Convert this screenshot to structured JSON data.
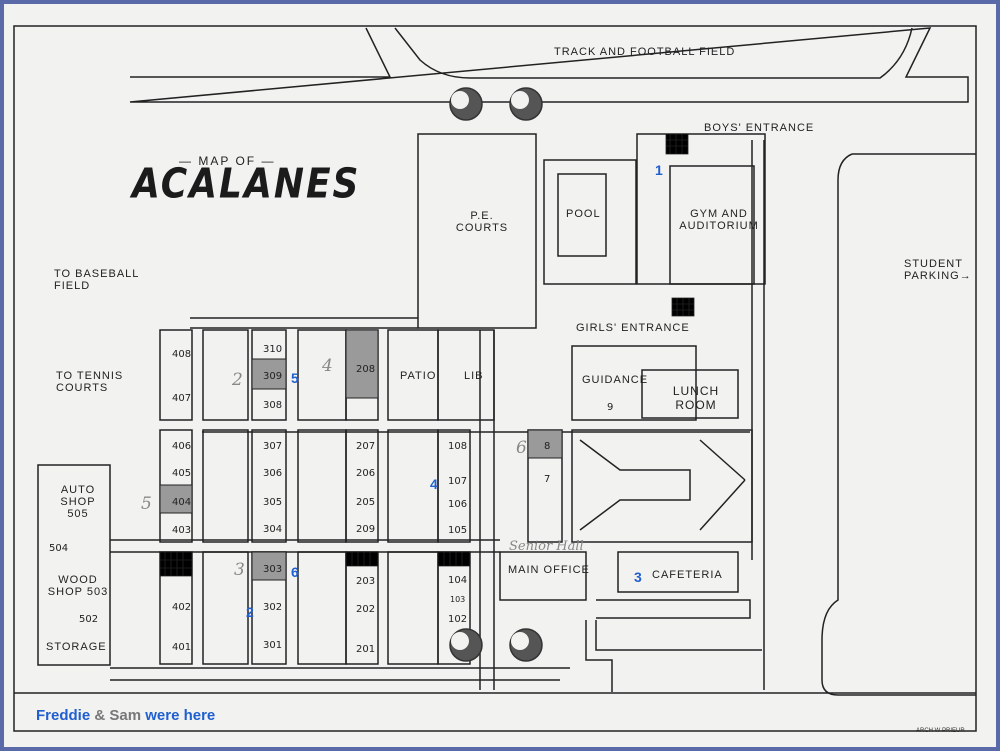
{
  "map": {
    "title_prefix": "— MAP OF —",
    "title": "ACALANES",
    "artist_signature": "ARCH W PRIEUR"
  },
  "areas": {
    "track": "TRACK AND FOOTBALL FIELD",
    "boys_entrance": "BOYS' ENTRANCE",
    "pe_courts": "P.E. COURTS",
    "pool": "POOL",
    "gym": "GYM AND AUDITORIUM",
    "student_parking": "STUDENT PARKING→",
    "to_baseball": "TO BASEBALL FIELD",
    "to_tennis": "TO TENNIS COURTS",
    "girls_entrance": "GIRLS' ENTRANCE",
    "patio": "PATIO",
    "lib": "LIB",
    "guidance": "GUIDANCE",
    "lunch_room": "LUNCH ROOM",
    "auto_shop": "AUTO SHOP 505",
    "wood_shop": "WOOD SHOP 503",
    "storage": "STORAGE",
    "main_office": "MAIN OFFICE",
    "cafeteria": "CAFETERIA",
    "senior_hall": "Senior Hall"
  },
  "rooms": {
    "r408": "408",
    "r407": "407",
    "r406": "406",
    "r405": "405",
    "r404": "404",
    "r403": "403",
    "r402": "402",
    "r401": "401",
    "r310": "310",
    "r309": "309",
    "r308": "308",
    "r307": "307",
    "r306": "306",
    "r305": "305",
    "r304": "304",
    "r303": "303",
    "r302": "302",
    "r301": "301",
    "r208": "208",
    "r207": "207",
    "r206": "206",
    "r205": "205",
    "r204": "209",
    "r203": "203",
    "r202": "202",
    "r201": "201",
    "r108": "108",
    "r107": "107",
    "r106": "106",
    "r105": "105",
    "r104": "104",
    "r103": "103",
    "r102": "102",
    "r504": "504",
    "r502": "502",
    "r9": "9",
    "r8": "8",
    "r7": "7"
  },
  "annotations": {
    "blue_1": "1",
    "blue_2": "2",
    "blue_3": "3",
    "blue_4": "4",
    "blue_5": "5",
    "blue_6": "6",
    "pen_2": "2",
    "pen_3": "3",
    "pen_4": "4",
    "pen_5": "5",
    "pen_6": "6"
  },
  "credit": {
    "name1": "Freddie",
    "amp": "&",
    "name2": "Sam",
    "rest": "were here"
  },
  "colors": {
    "paper": "#f2f2f0",
    "ink": "#222222",
    "highlight": "#9a9a9a",
    "blue": "#1f5fd0",
    "border": "#5a6aa8"
  }
}
